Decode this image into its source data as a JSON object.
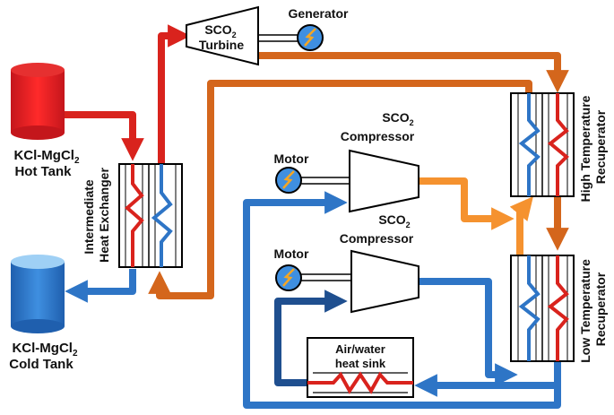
{
  "diagram": {
    "hot_tank": {
      "line1": "KCl-MgCl",
      "sub": "2",
      "line2": "Hot Tank"
    },
    "cold_tank": {
      "line1": "KCl-MgCl",
      "sub": "2",
      "line2": "Cold Tank"
    },
    "intermediate_hx": {
      "line1": "Intermediate",
      "line2": "Heat Exchanger"
    },
    "turbine": {
      "line1": "SCO",
      "sub": "2",
      "line2": "Turbine"
    },
    "generator": {
      "label": "Generator"
    },
    "compressor_main": {
      "line1": "SCO",
      "sub": "2",
      "line2": "Compressor"
    },
    "compressor_re": {
      "line1": "SCO",
      "sub": "2",
      "line2": "Compressor"
    },
    "motor_top": {
      "label": "Motor"
    },
    "motor_bottom": {
      "label": "Motor"
    },
    "htr": {
      "line1": "High Temperature",
      "line2": "Recuperator"
    },
    "ltr": {
      "line1": "Low Temperature",
      "line2": "Recuperator"
    },
    "heat_sink": {
      "line1": "Air/water",
      "line2": "heat sink"
    }
  },
  "colors": {
    "hot": "#d9231d",
    "cold": "#2e75c6",
    "orange": "#d4661c",
    "light_orange": "#f5922f",
    "navy": "#1f4f8f"
  }
}
